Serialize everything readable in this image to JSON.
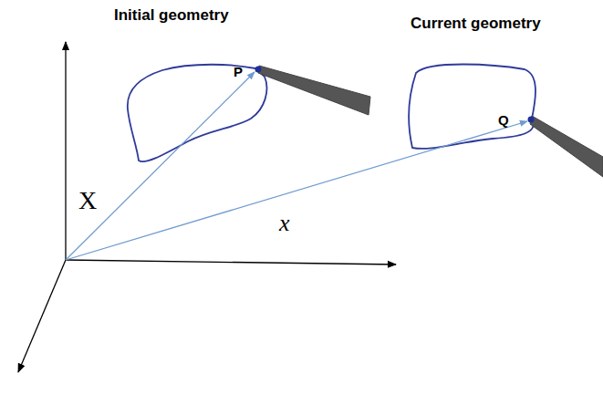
{
  "diagram": {
    "labels": [
      "Initial geometry",
      "Current geometry",
      "P",
      "Q",
      "X",
      "x"
    ]
  }
}
